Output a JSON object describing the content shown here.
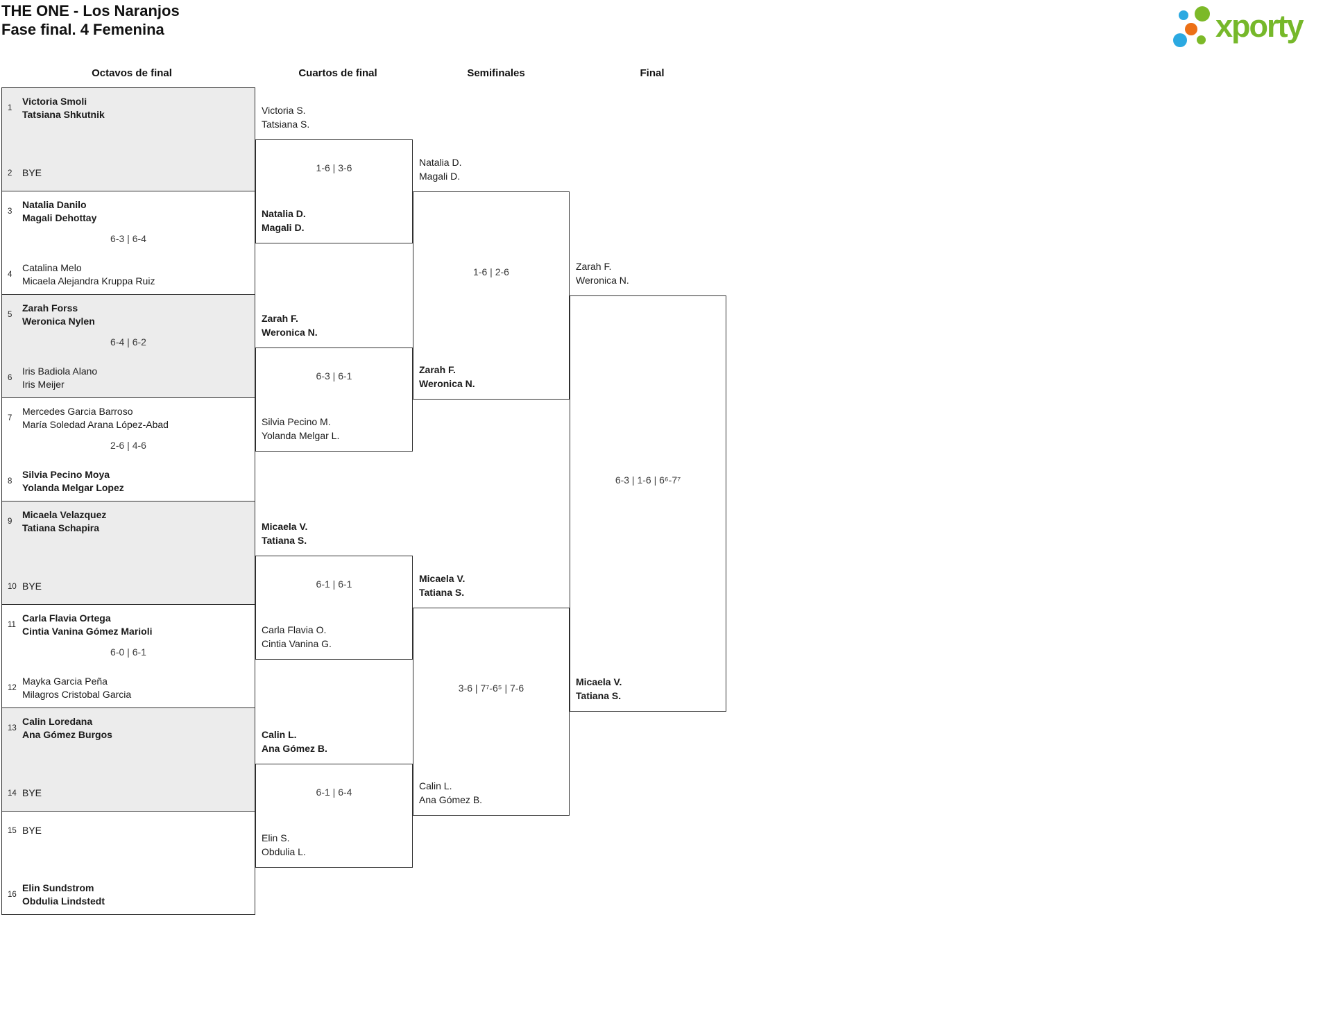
{
  "header": {
    "title": "THE ONE - Los Naranjos",
    "subtitle": "Fase final. 4 Femenina",
    "logo_text": "xporty",
    "logo_colors": {
      "green": "#76b82a",
      "blue": "#2ba9e1",
      "orange": "#ec7016"
    }
  },
  "columns": {
    "round_of_16": "Octavos de final",
    "quarterfinals": "Cuartos de final",
    "semifinals": "Semifinales",
    "final": "Final"
  },
  "round1": [
    {
      "seed_top": "1",
      "top": "Victoria Smoli\nTatsiana Shkutnik",
      "score": "",
      "seed_bottom": "2",
      "bottom": "BYE"
    },
    {
      "seed_top": "3",
      "top": "Natalia Danilo\nMagali Dehottay",
      "score": "6-3 | 6-4",
      "seed_bottom": "4",
      "bottom": "Catalina Melo\nMicaela Alejandra Kruppa Ruiz"
    },
    {
      "seed_top": "5",
      "top": "Zarah Forss\nWeronica Nylen",
      "score": "6-4 | 6-2",
      "seed_bottom": "6",
      "bottom": "Iris Badiola Alano\nIris Meijer"
    },
    {
      "seed_top": "7",
      "top": "Mercedes Garcia Barroso\nMaría Soledad Arana López-Abad",
      "score": "2-6 | 4-6",
      "seed_bottom": "8",
      "bottom": "Silvia Pecino Moya\nYolanda Melgar Lopez"
    },
    {
      "seed_top": "9",
      "top": "Micaela Velazquez\nTatiana Schapira",
      "score": "",
      "seed_bottom": "10",
      "bottom": "BYE"
    },
    {
      "seed_top": "11",
      "top": "Carla Flavia Ortega\nCintia Vanina Gómez Marioli",
      "score": "6-0 | 6-1",
      "seed_bottom": "12",
      "bottom": "Mayka Garcia Peña\nMilagros Cristobal Garcia"
    },
    {
      "seed_top": "13",
      "top": "Calin Loredana\nAna Gómez Burgos",
      "score": "",
      "seed_bottom": "14",
      "bottom": "BYE"
    },
    {
      "seed_top": "15",
      "top": "BYE",
      "score": "",
      "seed_bottom": "16",
      "bottom": "Elin Sundstrom\nObdulia Lindstedt"
    }
  ],
  "quarterfinals": [
    {
      "top": "Victoria S.\nTatsiana S.",
      "score": "1-6 | 3-6",
      "bottom": "Natalia D.\nMagali D."
    },
    {
      "top": "Zarah F.\nWeronica N.",
      "score": "6-3 | 6-1",
      "bottom": "Silvia Pecino M.\nYolanda Melgar L."
    },
    {
      "top": "Micaela V.\nTatiana S.",
      "score": "6-1 | 6-1",
      "bottom": "Carla Flavia O.\nCintia Vanina G."
    },
    {
      "top": "Calin L.\nAna Gómez B.",
      "score": "6-1 | 6-4",
      "bottom": "Elin S.\nObdulia L."
    }
  ],
  "semifinals": [
    {
      "top": "Natalia D.\nMagali D.",
      "score": "1-6 | 2-6",
      "bottom": "Zarah F.\nWeronica N."
    },
    {
      "top": "Micaela V.\nTatiana S.",
      "score": "3-6 | 7⁷-6⁵ | 7-6",
      "bottom": "Calin L.\nAna Gómez B."
    }
  ],
  "final": {
    "top": "Zarah F.\nWeronica N.",
    "score": "6-3 | 1-6 | 6⁶-7⁷",
    "bottom": "Micaela V.\nTatiana S."
  }
}
